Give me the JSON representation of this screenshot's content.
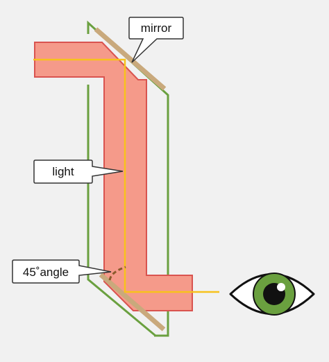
{
  "labels": {
    "mirror": "mirror",
    "light": "light",
    "angle": "45˚angle"
  },
  "colors": {
    "background": "#f1f1f1",
    "light_beam_fill": "#f59a8a",
    "light_beam_edge": "#d9534f",
    "ray": "#f7c21c",
    "mirror": "#c9a97c",
    "periscope_outline": "#6aa03f",
    "angle_marker": "#8b5a2b",
    "callout_fill": "#ffffff",
    "callout_stroke": "#333333",
    "eye_outline": "#111111",
    "iris": "#6aa03f",
    "pupil": "#111111",
    "eye_highlight": "#ffffff"
  },
  "icons": {
    "eye": "eye-icon"
  }
}
